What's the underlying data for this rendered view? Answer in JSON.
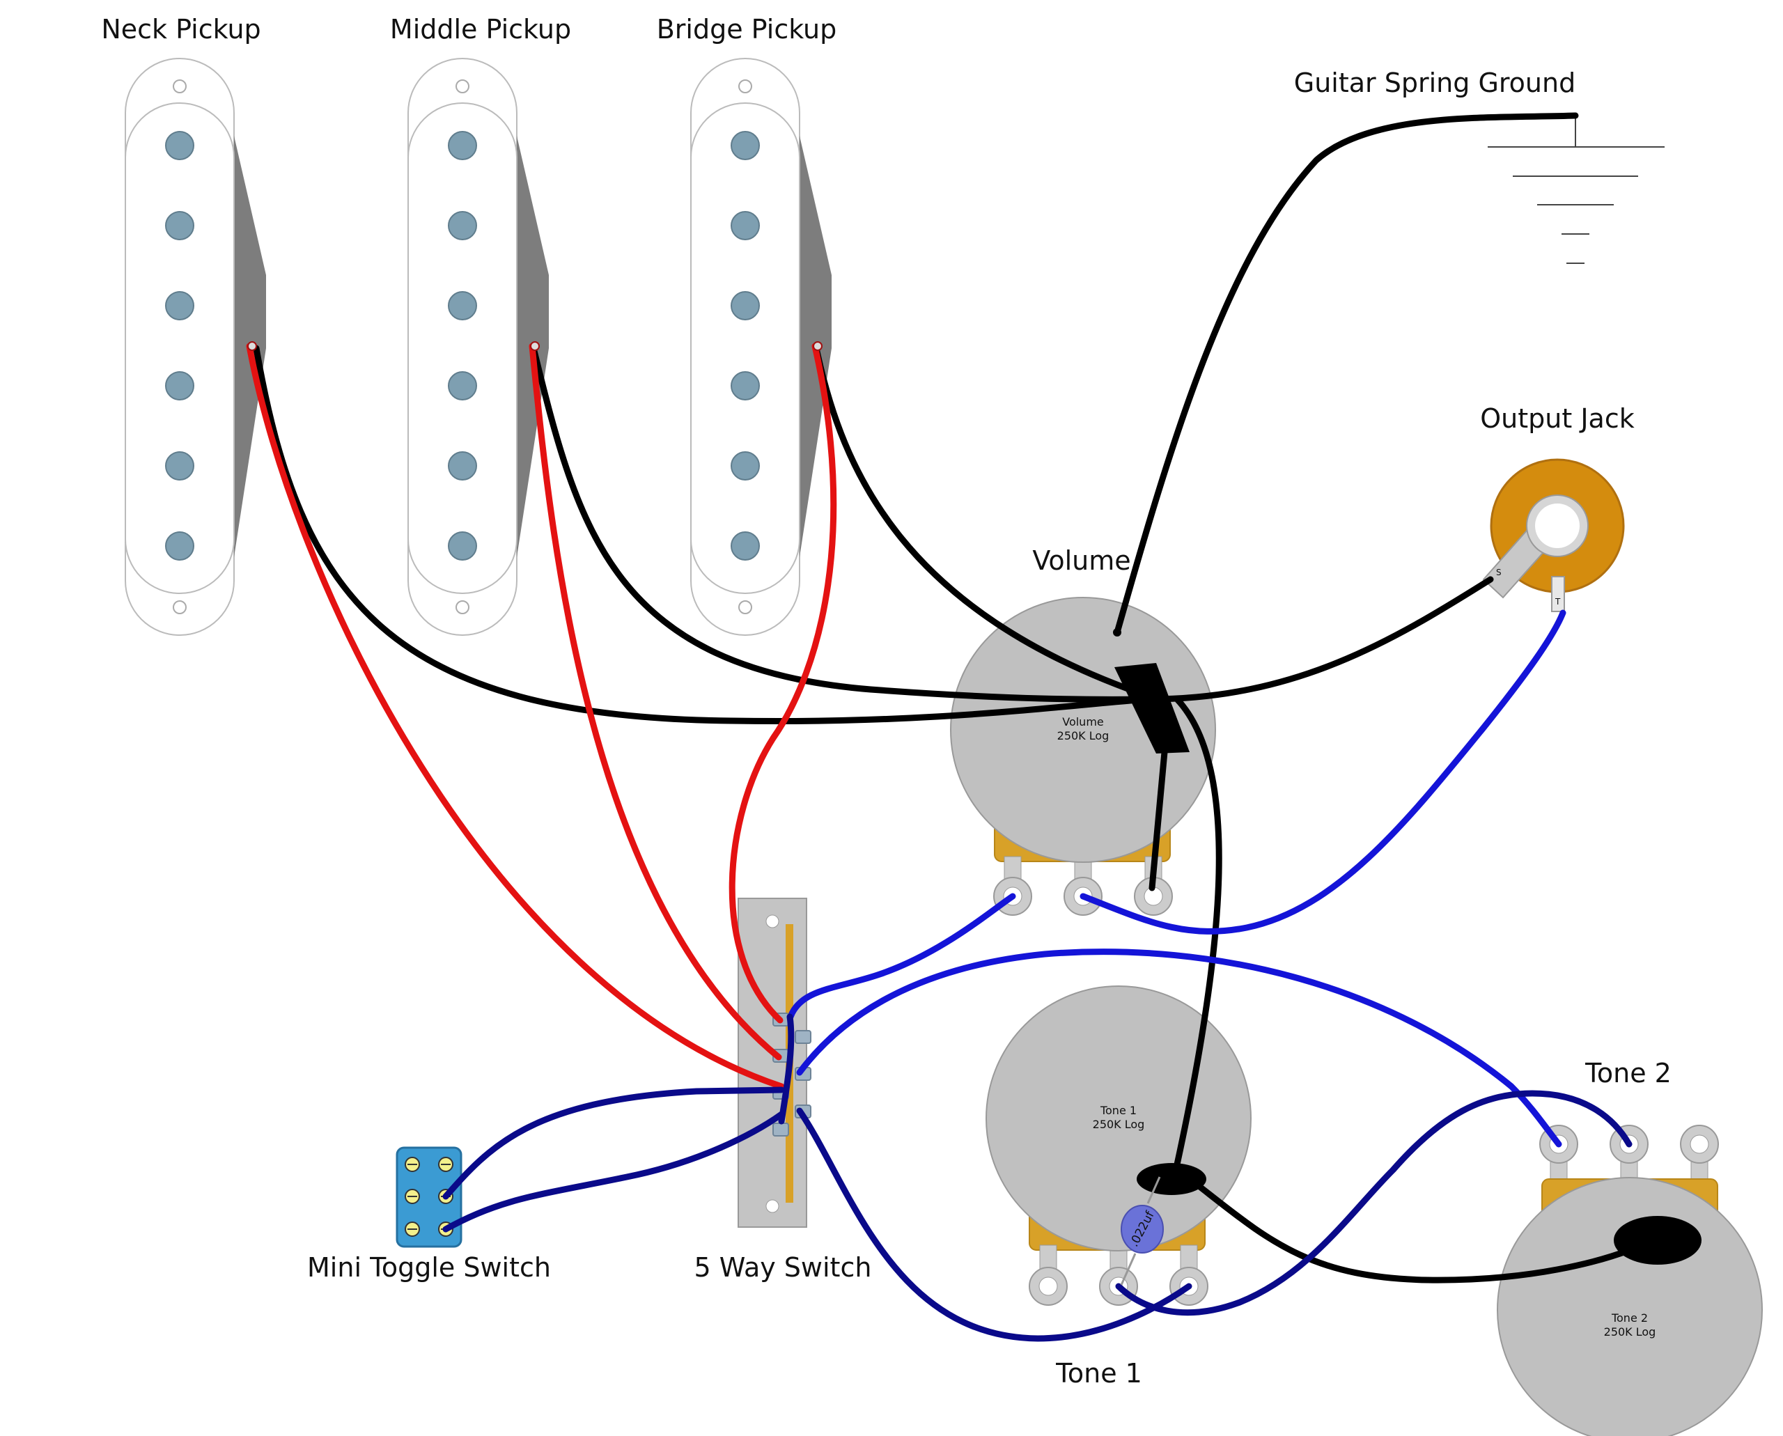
{
  "labels": {
    "neck_pickup": "Neck Pickup",
    "middle_pickup": "Middle Pickup",
    "bridge_pickup": "Bridge Pickup",
    "spring_ground": "Guitar Spring Ground",
    "output_jack": "Output Jack",
    "volume": "Volume",
    "tone2": "Tone 2",
    "tone1": "Tone 1",
    "mini_toggle": "Mini Toggle Switch",
    "five_way": "5 Way Switch"
  },
  "pots": {
    "volume": {
      "line1": "Volume",
      "line2": "250K Log"
    },
    "tone1": {
      "line1": "Tone 1",
      "line2": "250K Log"
    },
    "tone2": {
      "line1": "Tone 2",
      "line2": "250K Log"
    }
  },
  "capacitor": {
    "value": ".022uf"
  },
  "jack_lugs": {
    "sleeve": "S",
    "tip": "T"
  },
  "colors": {
    "hot": "#e41212",
    "ground": "#000000",
    "blue": "#1414d8",
    "navy": "#0a0a8a",
    "pot_body": "#c0c0c0",
    "pot_base": "#d8a128",
    "pole": "#7e9fb1",
    "jack": "#d48c0e",
    "toggle": "#3b9bd3"
  }
}
